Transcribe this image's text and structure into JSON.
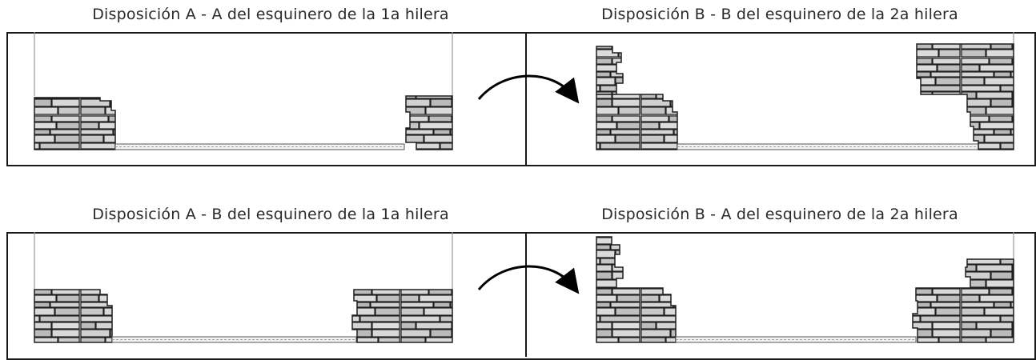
{
  "row1": {
    "left_title": "Disposición A - A del esquinero de la 1a hilera",
    "right_title": "Disposición B - B del esquinero de la 2a hilera"
  },
  "row2": {
    "left_title": "Disposición A - B del esquinero de la 1a hilera",
    "right_title": "Disposición B - A del esquinero de la 2a hilera"
  },
  "colors": {
    "stone_fill": "#d4d4d4",
    "stone_stroke": "#1f1f1f",
    "frame": "#1a1a1a",
    "guide_line": "#9a9a9a",
    "arrow": "#000000"
  },
  "icons": {
    "transition": "curved-arrow-icon"
  }
}
